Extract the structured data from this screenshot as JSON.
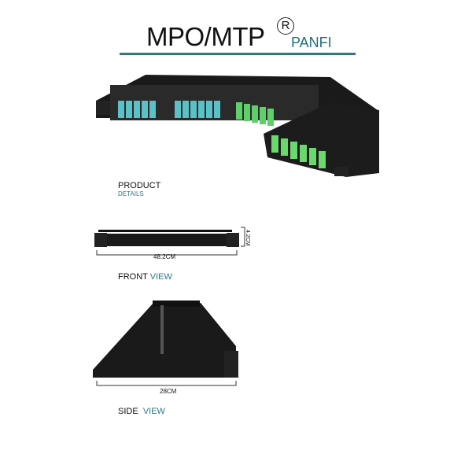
{
  "header": {
    "title": "MPO/MTP",
    "registered": "R",
    "brand": "PANFI",
    "accent": "#2b7a80"
  },
  "product": {
    "label": "PRODUCT",
    "sublabel": "DETAILS"
  },
  "front": {
    "width_dim": "48.2CM",
    "height_dim": "4.2CM",
    "label": "FRONT",
    "label_accent": "VIEW"
  },
  "side": {
    "depth_dim": "28CM",
    "label": "SIDE",
    "label_accent": "VIEW"
  }
}
